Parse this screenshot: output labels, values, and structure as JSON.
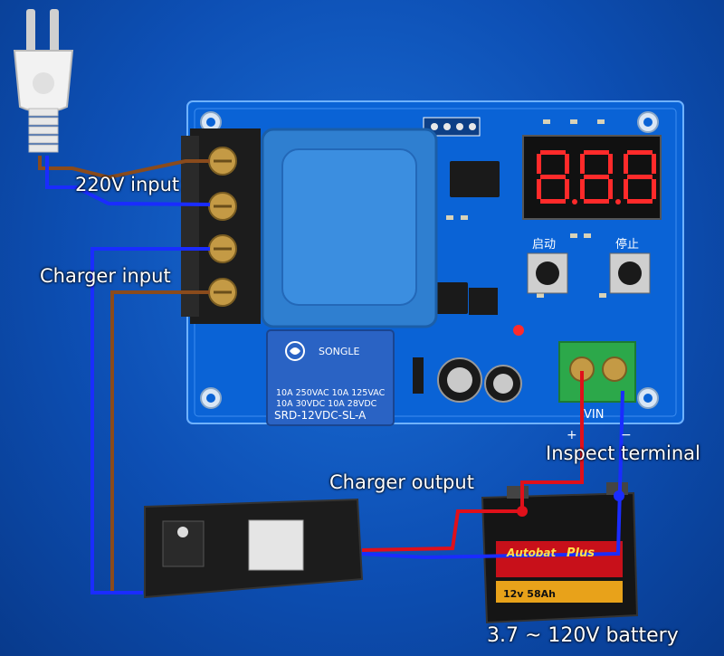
{
  "labels": {
    "input_220v": "220V input",
    "charger_input": "Charger input",
    "charger_output": "Charger output",
    "inspect_terminal": "Inspect terminal",
    "battery_range": "3.7 ~ 120V battery"
  },
  "board": {
    "relay_brand": "SONGLE",
    "relay_rating_1": "10A 250VAC  10A 125VAC",
    "relay_rating_2": "10A  30VDC  10A  28VDC",
    "relay_model": "SRD-12VDC-SL-A",
    "button_start": "启动",
    "button_stop": "停止",
    "terminal_label": "VIN",
    "terminal_plus": "+",
    "terminal_minus": "−",
    "display": "8.8.8"
  },
  "battery": {
    "brand_1": "Autobat",
    "brand_2": "Plus",
    "rating": "12v 58Ah"
  },
  "colors": {
    "background": "#0d4fb4",
    "pcb": "#0a63d6",
    "wire_brown": "#8a4b1c",
    "wire_blue": "#1a2cff",
    "wire_red": "#e0101a",
    "transformer": "#2f7fd0",
    "terminal_green": "#2ca84a"
  },
  "icons": [
    "power-plug-icon",
    "transformer-icon",
    "relay-icon",
    "battery-icon",
    "charger-icon"
  ]
}
